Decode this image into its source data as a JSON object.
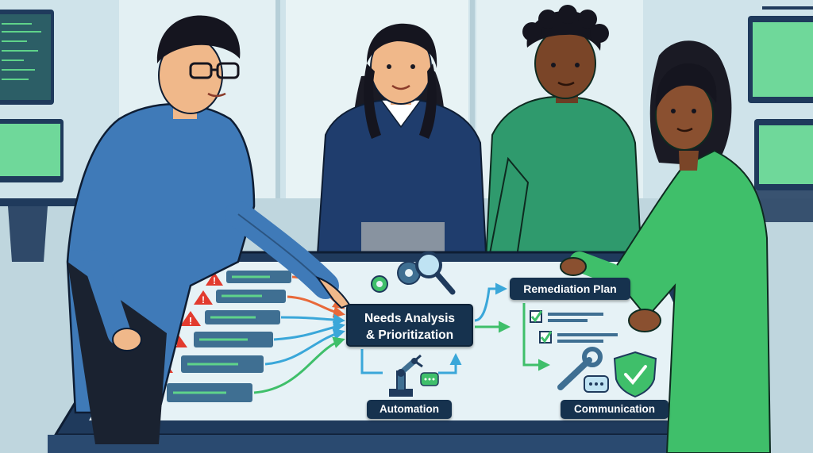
{
  "labels": {
    "needs_line1": "Needs Analysis",
    "needs_line2": "& Prioritization",
    "remediation": "Remediation Plan",
    "automation": "Automation",
    "communication": "Communication"
  },
  "icons": [
    "warning-icon",
    "gears-icon",
    "magnifier-icon",
    "robot-arm-icon",
    "chat-bubble-icon",
    "checkbox-icon",
    "wrench-icon",
    "shield-check-icon"
  ],
  "colors": {
    "label_bg": "#16324e",
    "warning_red": "#e23b2e",
    "flow_green": "#3fbf6a",
    "flow_blue": "#3aa7d9",
    "flow_orange": "#e8693a",
    "table_frame": "#1f3a5c",
    "table_surface": "#e6f2f6"
  }
}
